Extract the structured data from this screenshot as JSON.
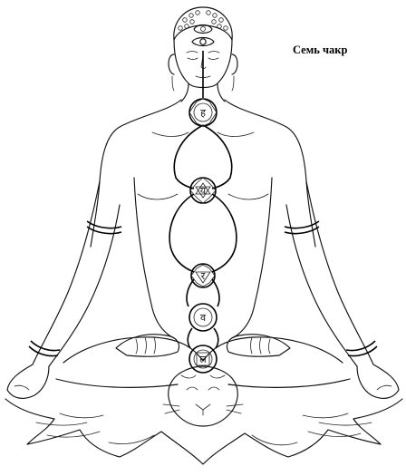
{
  "diagram": {
    "caption": "Семь чакр",
    "chakras": [
      {
        "name": "crown",
        "glyph": ""
      },
      {
        "name": "third-eye",
        "glyph": ""
      },
      {
        "name": "throat",
        "glyph": "ह"
      },
      {
        "name": "heart",
        "glyph": "य"
      },
      {
        "name": "solar-plexus",
        "glyph": "र"
      },
      {
        "name": "sacral",
        "glyph": "व"
      },
      {
        "name": "root",
        "glyph": "ल"
      }
    ]
  }
}
